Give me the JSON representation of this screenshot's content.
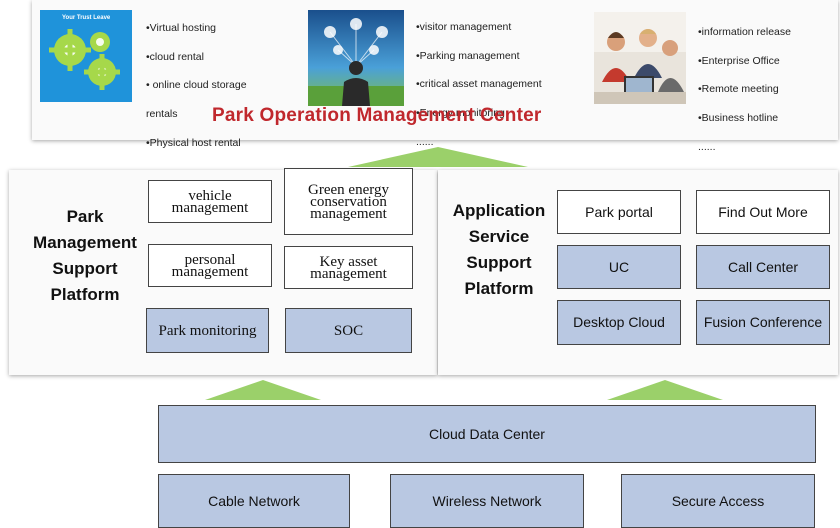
{
  "top": {
    "title": "Park Operation Management Center",
    "image1_text": "Your Trust Leave",
    "col1": [
      "•Virtual hosting",
      "•cloud rental",
      "• online cloud storage",
      "rentals",
      "•Physical host rental",
      "......"
    ],
    "col2": [
      "•visitor management",
      "•Parking management",
      "•critical asset management",
      "•Energy monitoring",
      "......"
    ],
    "col3": [
      "•information release",
      "•Enterprise Office",
      "•Remote meeting",
      "•Business hotline",
      "......"
    ]
  },
  "left": {
    "title_lines": [
      "Park",
      "Management",
      "Support",
      "Platform"
    ],
    "boxes": {
      "vehicle": "vehicle management",
      "green": "Green energy conservation management",
      "personal": "personal management",
      "keyasset": "Key asset management",
      "monitoring": "Park monitoring",
      "soc": "SOC"
    }
  },
  "right": {
    "title_lines": [
      "Application",
      "Service",
      "Support",
      "Platform"
    ],
    "boxes": {
      "portal": "Park portal",
      "findout": "Find Out More",
      "uc": "UC",
      "callcenter": "Call Center",
      "desktop": "Desktop Cloud",
      "fusion": "Fusion Conference"
    }
  },
  "bottom": {
    "cloud": "Cloud Data Center",
    "cable": "Cable Network",
    "wireless": "Wireless Network",
    "secure": "Secure Access"
  },
  "colors": {
    "title_red": "#c0282d",
    "arrow_green": "#9bd06a",
    "box_blue": "#b9c8e2"
  }
}
